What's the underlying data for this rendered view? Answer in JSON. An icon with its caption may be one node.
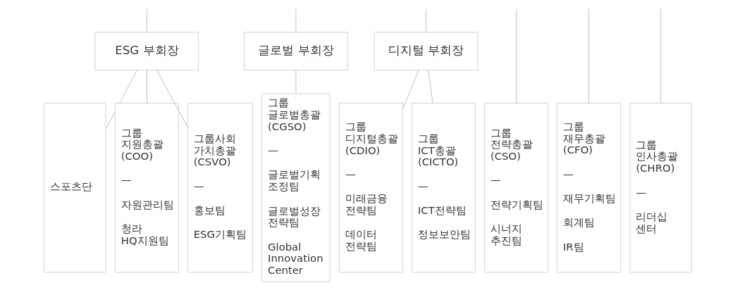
{
  "diagram": {
    "nodes": [
      {
        "text": [
          "ESG 부회장"
        ]
      },
      {
        "text": [
          "글로벌 부회장"
        ]
      },
      {
        "text": [
          "디지털 부회장"
        ]
      },
      {
        "text": [
          "그룹 전략총괄 (CSO)",
          "—",
          "전략기획팀",
          "시너지 추진팀"
        ]
      },
      {
        "text": [
          "그룹 재무총괄 (CFO)",
          "—",
          "재무기획팀",
          "회계팀",
          "IR팀"
        ]
      },
      {
        "text": [
          "그룹 인사총괄 (CHRO)",
          "—",
          "리더십 센터"
        ]
      },
      {
        "text": [
          "스포츠단"
        ]
      },
      {
        "text": [
          "그룹 지원총괄 (COO)",
          "—",
          "자원관리팀",
          "청라 HQ지원팀"
        ]
      },
      {
        "text": [
          "그룹사회 가치총괄 (CSVO)",
          "—",
          "홍보팀",
          "ESG기획팀"
        ]
      },
      {
        "text": [
          "그룹 글로벌총괄 (CGSO)",
          "—",
          "글로벌기획 조정팀",
          "글로벌성장 전략팀",
          "Global Innovation Center"
        ]
      },
      {
        "text": [
          "그룹 디지털총괄 (CDIO)",
          "—",
          "미래금융 전략팀",
          "데이터 전략팀"
        ]
      },
      {
        "text": [
          "그룹 ICT총괄 (CICTO)",
          "—",
          "ICT전략팀",
          "정보보안팀"
        ]
      }
    ],
    "edges": [
      {
        "from": null,
        "to": 3,
        "arrow": "none"
      },
      {
        "from": null,
        "to": 4,
        "arrow": "none"
      },
      {
        "from": null,
        "to": 5,
        "arrow": "none"
      },
      {
        "from": null,
        "to": 0,
        "arrow": "none"
      },
      {
        "from": null,
        "to": 1,
        "arrow": "none"
      },
      {
        "from": null,
        "to": 2,
        "arrow": "none"
      },
      {
        "from": 0,
        "to": 6,
        "arrow": "none"
      },
      {
        "from": 0,
        "to": 7,
        "arrow": "none"
      },
      {
        "from": 0,
        "to": 8,
        "arrow": "none"
      },
      {
        "from": 1,
        "to": 9,
        "arrow": "none"
      },
      {
        "from": 2,
        "to": 10,
        "arrow": "none"
      },
      {
        "from": 2,
        "to": 11,
        "arrow": "none"
      }
    ]
  }
}
